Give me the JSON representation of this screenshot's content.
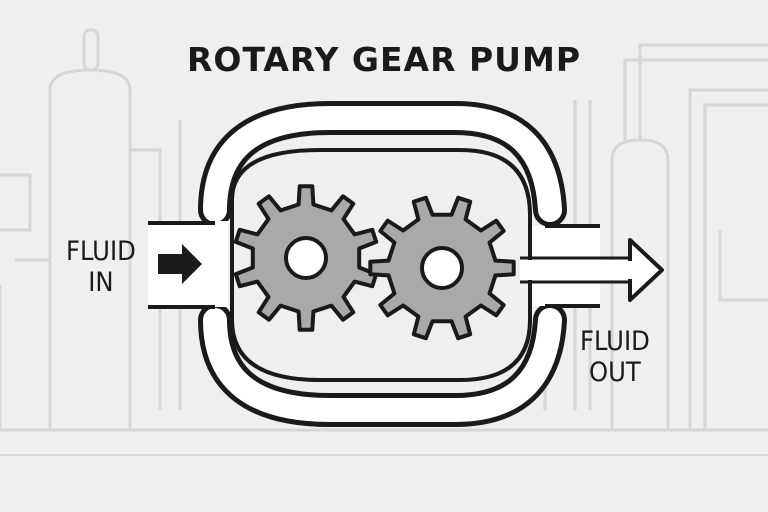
{
  "title": "ROTARY GEAR PUMP",
  "inlet": {
    "line1": "FLUID",
    "line2": "IN"
  },
  "outlet": {
    "line1": "FLUID",
    "line2": "OUT"
  },
  "colors": {
    "background": "#efefef",
    "ink": "#1a1a1a",
    "gear": "#a9a9a9",
    "channel": "#ffffff",
    "backdrop": "#d6d6d6"
  },
  "icons": [
    "right-arrow-icon",
    "gear-icon"
  ]
}
